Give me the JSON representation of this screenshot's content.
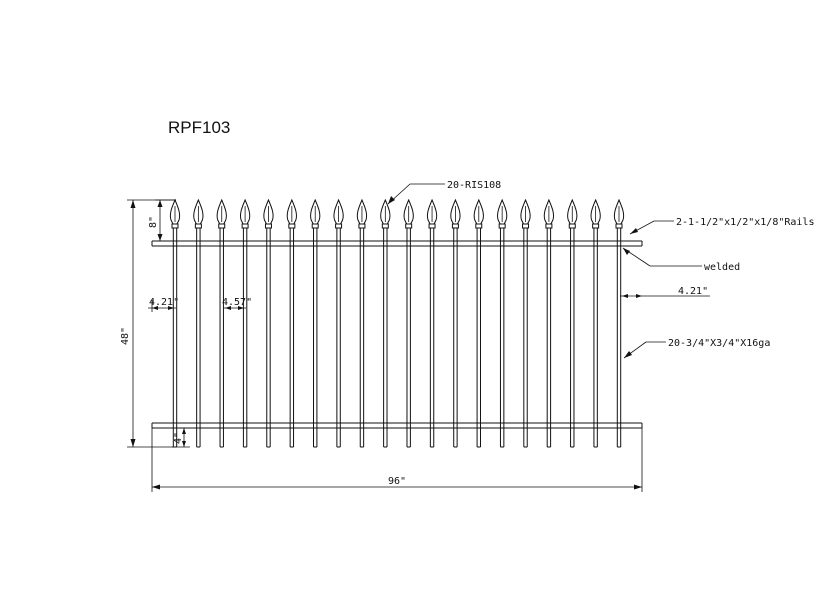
{
  "title": "RPF103",
  "labels": {
    "finial": "20-RIS108",
    "rails": "2-1-1/2\"x1/2\"x1/8\"Rails",
    "welded": "welded",
    "pickets": "20-3/4\"X3/4\"X16ga",
    "width": "96\"",
    "height": "48\"",
    "finial_height": "8\"",
    "end_spacing_left": "4.21\"",
    "picket_spacing": "4.57\"",
    "end_spacing_right": "4.21\"",
    "bottom_extension": "4\""
  },
  "picket_count": 20,
  "colors": {
    "ink": "#111111",
    "background": "#ffffff"
  }
}
